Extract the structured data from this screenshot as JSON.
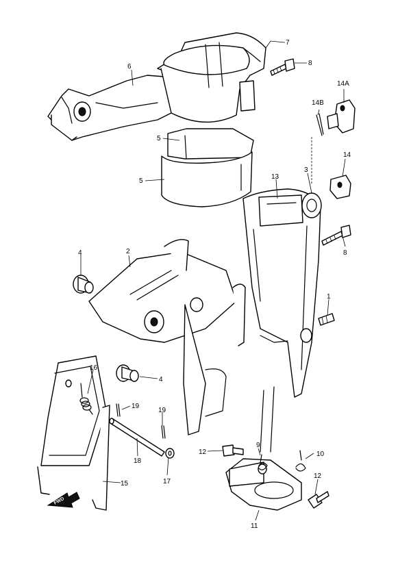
{
  "callouts": {
    "c1": "1",
    "c2": "2",
    "c3": "3",
    "c4a": "4",
    "c4b": "4",
    "c5a": "5",
    "c5b": "5",
    "c6": "6",
    "c7": "7",
    "c8a": "8",
    "c8b": "8",
    "c9": "9",
    "c10": "10",
    "c11": "11",
    "c12a": "12",
    "c12b": "12",
    "c13": "13",
    "c14": "14",
    "c14a": "14A",
    "c14b": "14B",
    "c15": "15",
    "c16": "16",
    "c17": "17",
    "c18": "18",
    "c19a": "19",
    "c19b": "19"
  },
  "fwd_arrow": {
    "label": "FWD"
  }
}
